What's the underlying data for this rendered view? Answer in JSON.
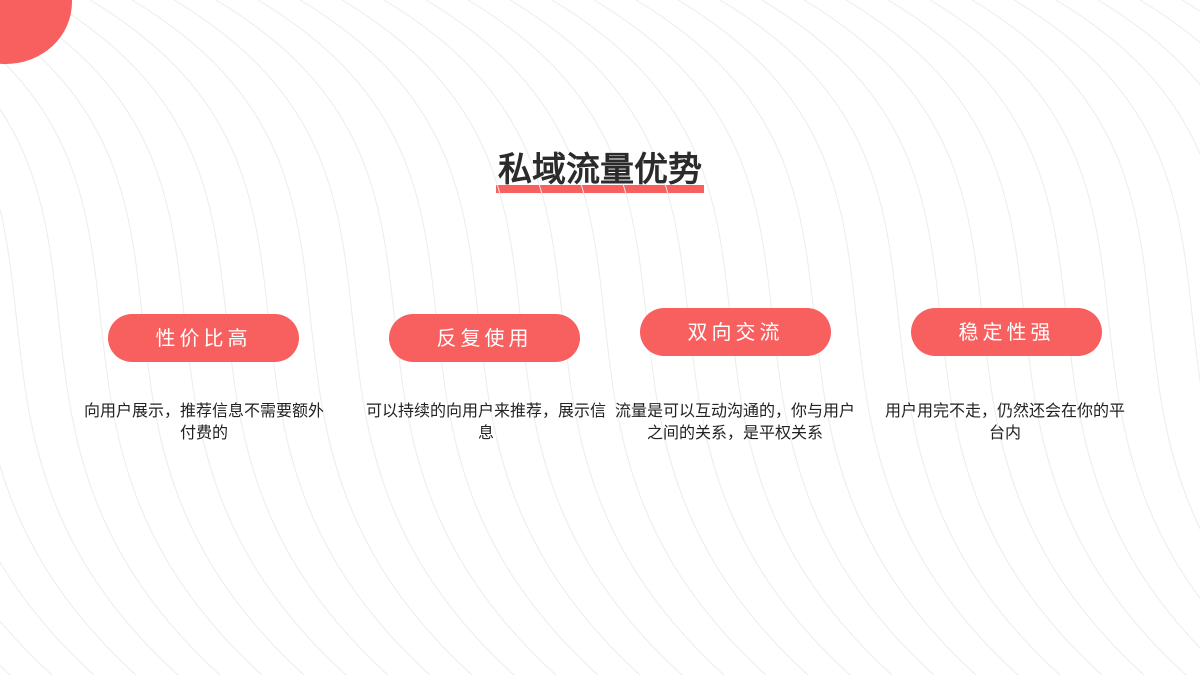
{
  "title": "私域流量优势",
  "accent_color": "#f85f5f",
  "cards": [
    {
      "label": "性价比高",
      "desc": "向用户展示，推荐信息不需要额外付费的"
    },
    {
      "label": "反复使用",
      "desc": "可以持续的向用户来推荐，展示信息"
    },
    {
      "label": "双向交流",
      "desc": "流量是可以互动沟通的，你与用户之间的关系，是平权关系"
    },
    {
      "label": "稳定性强",
      "desc": "用户用完不走，仍然还会在你的平台内"
    }
  ]
}
